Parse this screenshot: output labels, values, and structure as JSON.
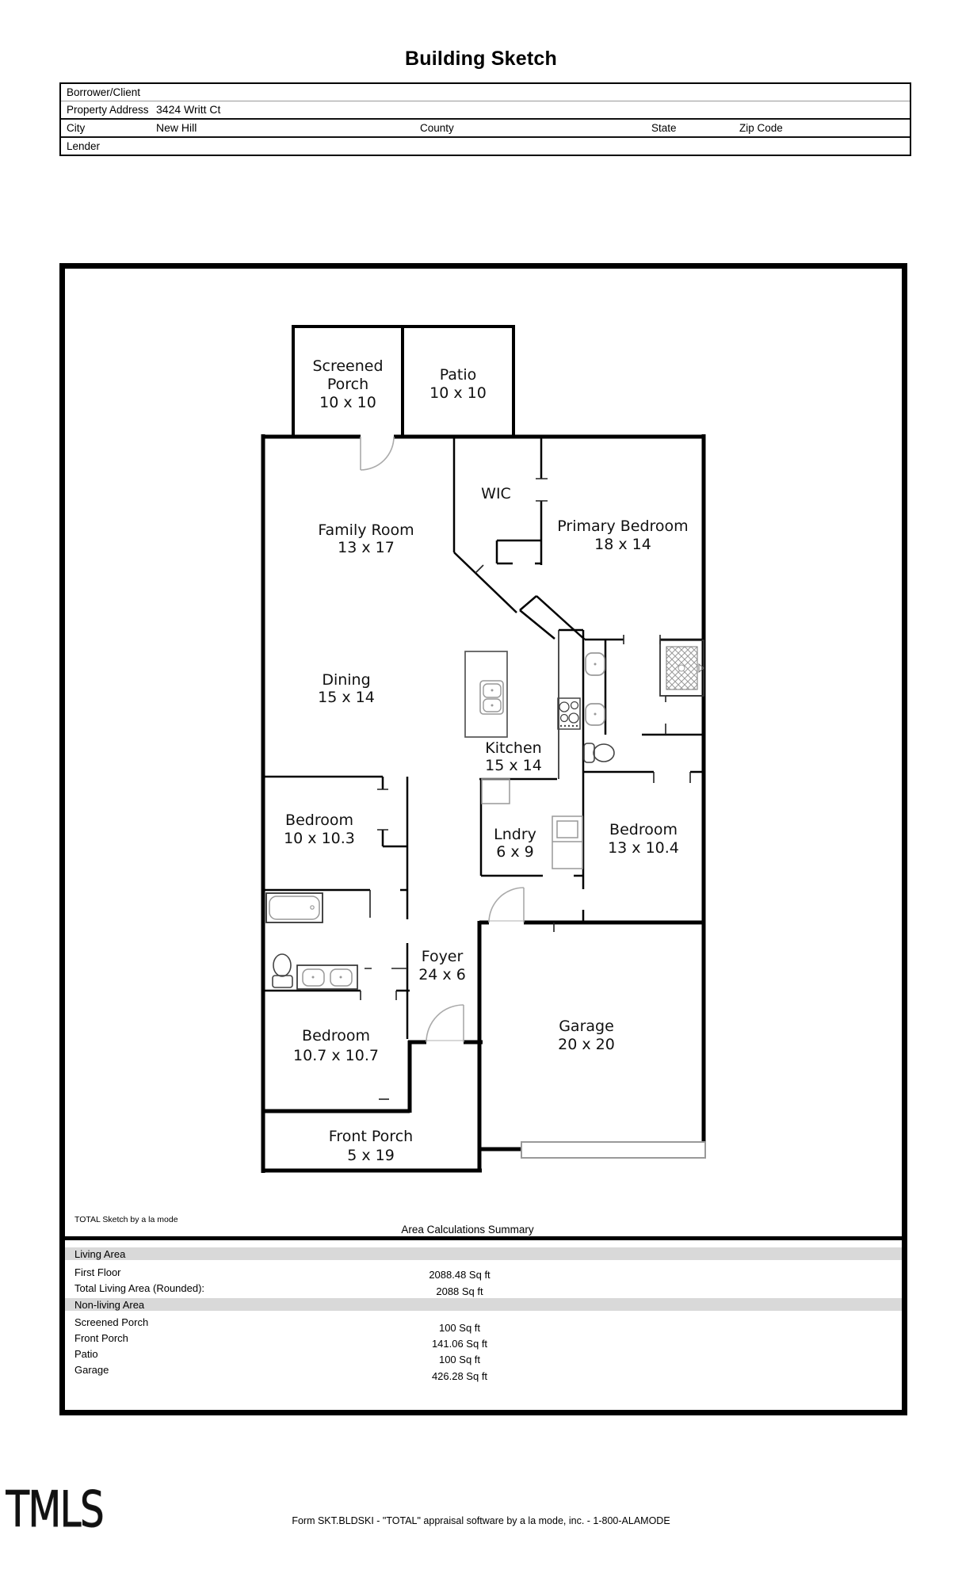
{
  "title": "Building Sketch",
  "header_table": {
    "borrower_label": "Borrower/Client",
    "property_label": "Property Address",
    "property_value": "3424 Writt Ct",
    "city_label": "City",
    "city_value": "New Hill",
    "county_label": "County",
    "state_label": "State",
    "zip_label": "Zip Code",
    "lender_label": "Lender"
  },
  "sketch": {
    "attribution": "TOTAL Sketch by a la mode",
    "rooms": [
      {
        "name": "screened-porch",
        "line1": "Screened",
        "line2": "Porch",
        "line3": "10 x 10"
      },
      {
        "name": "patio",
        "line1": "Patio",
        "line2": "10 x 10"
      },
      {
        "name": "wic",
        "line1": "WIC"
      },
      {
        "name": "family-room",
        "line1": "Family Room",
        "line2": "13 x 17"
      },
      {
        "name": "primary-bedroom",
        "line1": "Primary Bedroom",
        "line2": "18 x 14"
      },
      {
        "name": "dining",
        "line1": "Dining",
        "line2": "15 x 14"
      },
      {
        "name": "kitchen",
        "line1": "Kitchen",
        "line2": "15 x 14"
      },
      {
        "name": "laundry",
        "line1": "Lndry",
        "line2": "6 x 9"
      },
      {
        "name": "bedroom-right",
        "line1": "Bedroom",
        "line2": "13 x 10.4"
      },
      {
        "name": "bedroom-middle",
        "line1": "Bedroom",
        "line2": "10 x 10.3"
      },
      {
        "name": "foyer",
        "line1": "Foyer",
        "line2": "24 x 6"
      },
      {
        "name": "bedroom-front",
        "line1": "Bedroom",
        "line2": "10.7 x 10.7"
      },
      {
        "name": "garage",
        "line1": "Garage",
        "line2": "20 x 20"
      },
      {
        "name": "front-porch",
        "line1": "Front Porch",
        "line2": "5 x 19"
      }
    ]
  },
  "summary": {
    "title": "Area Calculations Summary",
    "living_header": "Living Area",
    "living_rows": [
      {
        "label": "First Floor",
        "value": "2088.48 Sq ft"
      },
      {
        "label": "Total Living Area (Rounded):",
        "value": "2088 Sq ft"
      }
    ],
    "nonliving_header": "Non-living Area",
    "nonliving_rows": [
      {
        "label": "Screened Porch",
        "value": "100 Sq ft"
      },
      {
        "label": "Front Porch",
        "value": "141.06 Sq ft"
      },
      {
        "label": "Patio",
        "value": "100 Sq ft"
      },
      {
        "label": "Garage",
        "value": "426.28 Sq ft"
      }
    ]
  },
  "footer": {
    "logo": "TMLS",
    "form_text": "Form SKT.BLDSKI - \"TOTAL\" appraisal software by a la mode, inc. - 1-800-ALAMODE"
  }
}
